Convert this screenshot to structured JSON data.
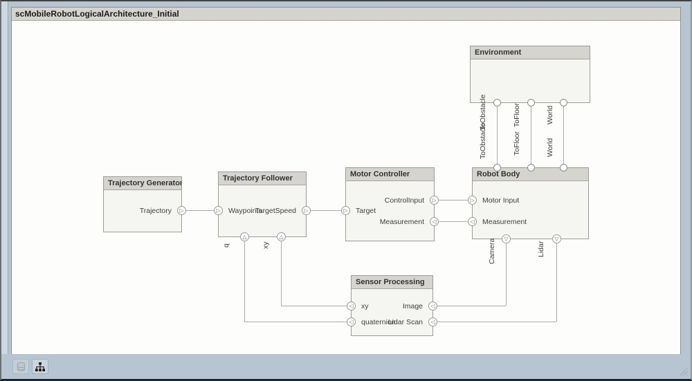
{
  "window": {
    "title": "scMobileRobotLogicalArchitecture_Initial"
  },
  "icons": {
    "tri_right": "▷",
    "tri_left": "◁",
    "tri_up": "△",
    "tri_down": "▽",
    "statusbar": [
      "data-dictionary-icon",
      "architecture-hierarchy-icon"
    ]
  },
  "colors": {
    "frame": "#b7c5d2",
    "block_header": "#d6d4cf",
    "block_body": "#f5f5f2",
    "wire": "#ababab"
  },
  "blocks": {
    "trajectory_generator": {
      "title": "Trajectory Generator",
      "ports": {
        "trajectory": "Trajectory"
      }
    },
    "trajectory_follower": {
      "title": "Trajectory Follower",
      "ports": {
        "waypoints": "Waypoints",
        "target_speed": "TargetSpeed",
        "q": "q",
        "xy": "xy"
      }
    },
    "motor_controller": {
      "title": "Motor Controller",
      "ports": {
        "target": "Target",
        "control_input": "ControlInput",
        "measurement": "Measurement"
      }
    },
    "robot_body": {
      "title": "Robot Body",
      "ports": {
        "motor_input": "Motor Input",
        "measurement": "Measurement",
        "camera": "Camera",
        "lidar": "Lidar"
      }
    },
    "environment": {
      "title": "Environment"
    },
    "sensor_processing": {
      "title": "Sensor Processing",
      "ports": {
        "xy": "xy",
        "quaternion": "quaternion",
        "image": "Image",
        "lidar_scan": "Lidar Scan"
      }
    }
  },
  "connections": {
    "env_robot_labels": {
      "to_obstacle_top": "ToObstacle",
      "to_obstacle_bottom": "ToObstacle",
      "to_floor_top": "ToFloor",
      "to_floor_bottom": "ToFloor",
      "world_top": "World",
      "world_bottom": "World"
    }
  }
}
